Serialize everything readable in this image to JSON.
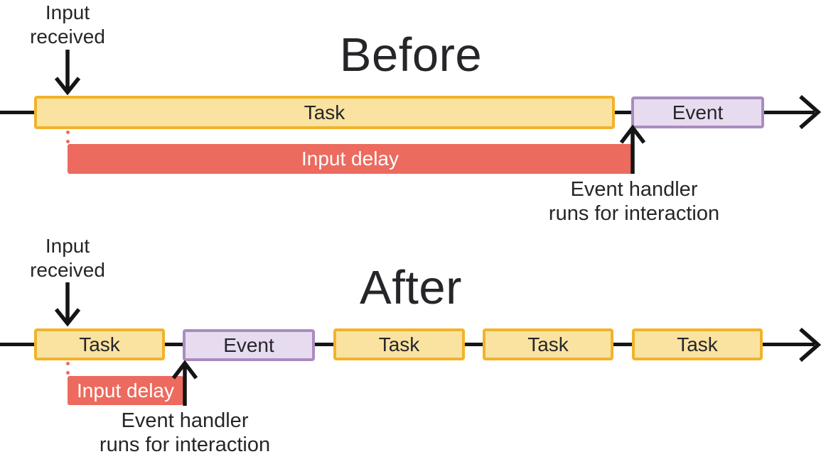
{
  "colors": {
    "task-fill": "#fae3a1",
    "task-border": "#f1b32b",
    "event-fill": "#e7dcef",
    "event-border": "#a98cc1",
    "delay-fill": "#ec6a5e",
    "delay-text": "#ffffff",
    "line": "#151515",
    "text": "#26262a"
  },
  "before": {
    "title": "Before",
    "input_received": [
      "Input",
      "received"
    ],
    "task_label": "Task",
    "event_label": "Event",
    "input_delay_label": "Input delay",
    "event_handler_label": [
      "Event handler",
      "runs for interaction"
    ]
  },
  "after": {
    "title": "After",
    "input_received": [
      "Input",
      "received"
    ],
    "task_labels": [
      "Task",
      "Task",
      "Task",
      "Task"
    ],
    "event_label": "Event",
    "input_delay_label": "Input delay",
    "event_handler_label": [
      "Event handler",
      "runs for interaction"
    ]
  }
}
